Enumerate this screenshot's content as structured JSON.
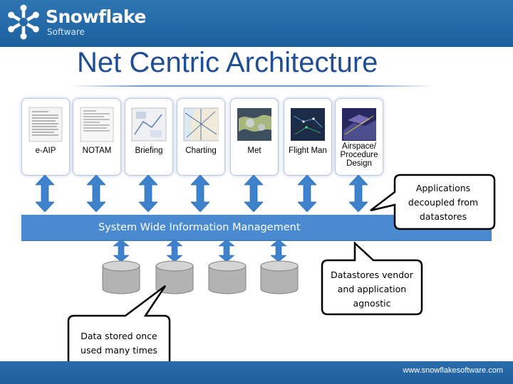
{
  "brand": {
    "name": "Snowflake",
    "sub": "Software",
    "header_color": "#2369a8",
    "accent": "#4a8ad0"
  },
  "title": "Net Centric Architecture",
  "applications": [
    {
      "label": "e-AIP",
      "thumb": "document-icon"
    },
    {
      "label": "NOTAM",
      "thumb": "document-icon"
    },
    {
      "label": "Briefing",
      "thumb": "map-icon"
    },
    {
      "label": "Charting",
      "thumb": "chart-map-icon"
    },
    {
      "label": "Met",
      "thumb": "weather-map-icon"
    },
    {
      "label": "Flight Man",
      "thumb": "radar-map-icon"
    },
    {
      "label": "Airspace/ Procedure Design",
      "thumb": "airspace-3d-icon"
    }
  ],
  "swim_label": "System Wide Information Management",
  "callouts": {
    "apps": "Applications decoupled from datastores",
    "datastores": "Datastores vendor and application agnostic",
    "data": "Data stored once used many times"
  },
  "footer": {
    "url": "www.snowflakesoftware.com"
  }
}
